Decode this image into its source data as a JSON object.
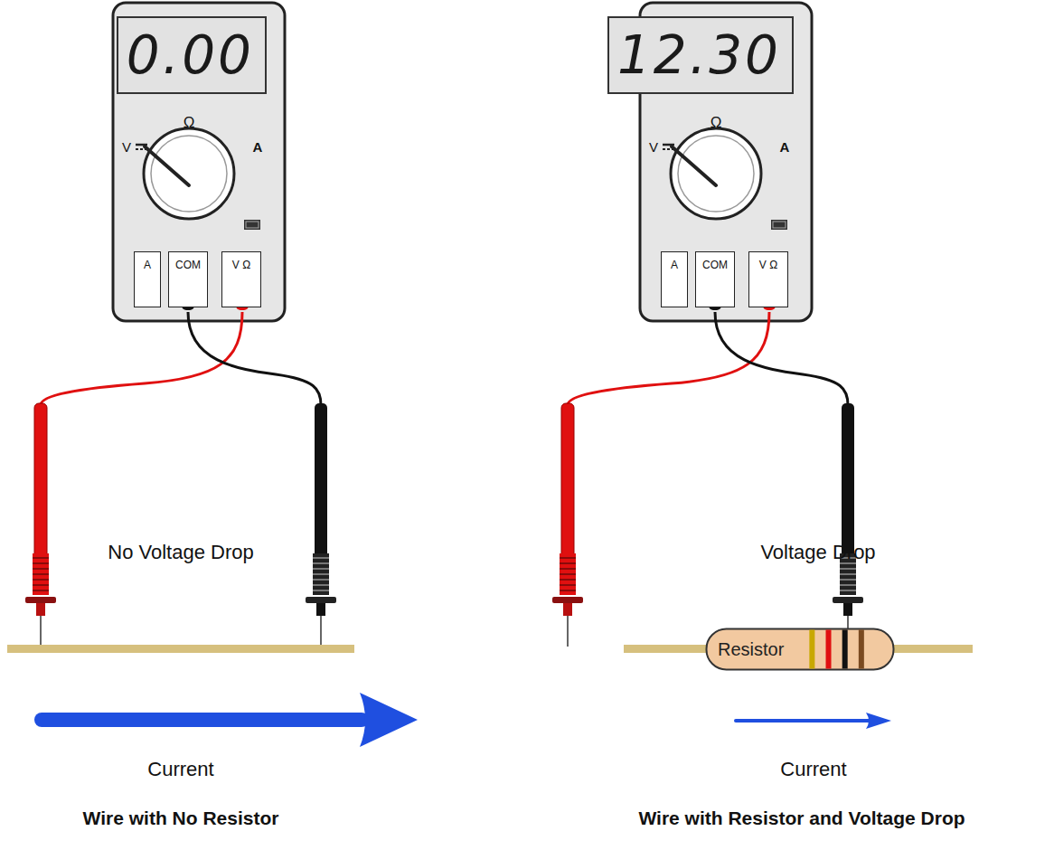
{
  "diagram": {
    "nodes": [
      {
        "text": [
          "0.00"
        ]
      },
      {
        "text": [
          "A"
        ]
      },
      {
        "text": [
          "COM"
        ]
      },
      {
        "text": [
          "V Ω"
        ]
      },
      {
        "text": [
          "12.30"
        ]
      },
      {
        "text": [
          "A"
        ]
      },
      {
        "text": [
          "COM"
        ]
      },
      {
        "text": [
          "V Ω"
        ]
      },
      {
        "text": [
          "Resistor"
        ]
      }
    ],
    "labels": [
      "Ω",
      "V",
      "A",
      "No Voltage Drop",
      "Current",
      "Wire with No Resistor",
      "Ω",
      "V",
      "A",
      "Voltage Drop",
      "Current",
      "Wire with Resistor and Voltage Drop"
    ]
  }
}
